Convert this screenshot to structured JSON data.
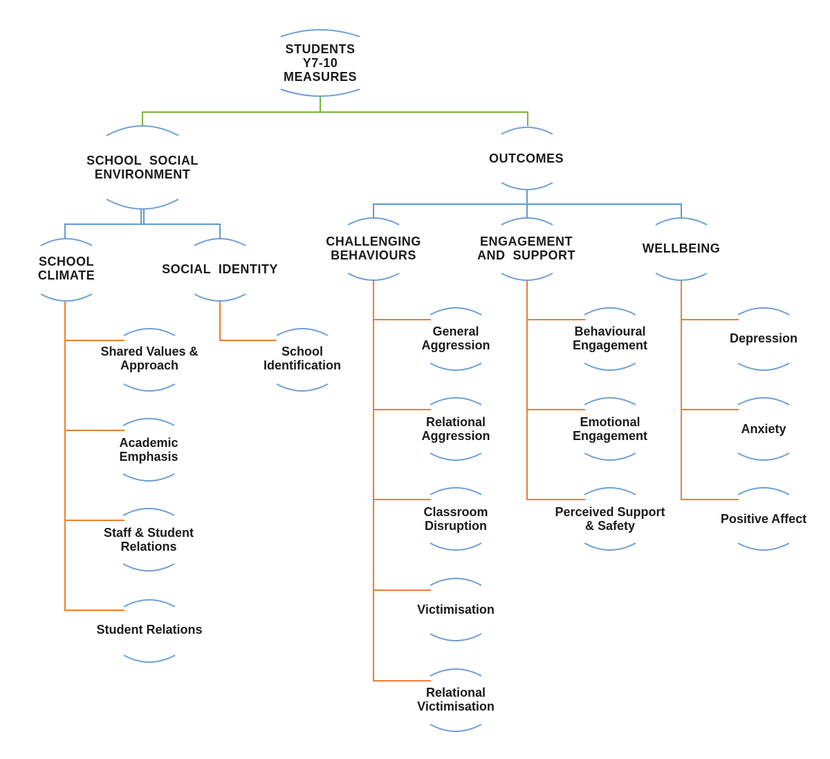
{
  "colors": {
    "node_arc": "#6f9fd8",
    "root_link": "#7cb342",
    "category_link": "#5b9bd5",
    "measure_link": "#ed7d31",
    "text": "#1a1a1a"
  },
  "root": {
    "label": "STUDENTS\nY7-10\nMEASURES"
  },
  "categories": {
    "school_social_environment": {
      "label": "SCHOOL  SOCIAL\nENVIRONMENT"
    },
    "outcomes": {
      "label": "OUTCOMES"
    }
  },
  "domains": {
    "school_climate": {
      "label": "SCHOOL\nCLIMATE"
    },
    "social_identity": {
      "label": "SOCIAL  IDENTITY"
    },
    "challenging_behaviours": {
      "label": "CHALLENGING\nBEHAVIOURS"
    },
    "engagement_support": {
      "label": "ENGAGEMENT\nAND  SUPPORT"
    },
    "wellbeing": {
      "label": "WELLBEING"
    }
  },
  "measures": {
    "shared_values": "Shared Values &\nApproach",
    "academic_emphasis": "Academic\nEmphasis",
    "staff_student_relations": "Staff & Student\nRelations",
    "student_relations": "Student Relations",
    "school_identification": "School\nIdentification",
    "general_aggression": "General\nAggression",
    "relational_aggression": "Relational\nAggression",
    "classroom_disruption": "Classroom\nDisruption",
    "victimisation": "Victimisation",
    "relational_victimisation": "Relational\nVictimisation",
    "behavioural_engagement": "Behavioural\nEngagement",
    "emotional_engagement": "Emotional\nEngagement",
    "perceived_support": "Perceived Support\n& Safety",
    "depression": "Depression",
    "anxiety": "Anxiety",
    "positive_affect": "Positive Affect"
  }
}
